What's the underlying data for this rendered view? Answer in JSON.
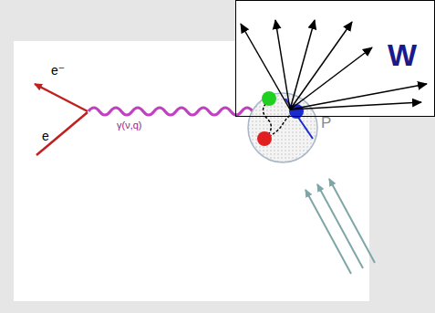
{
  "diagram": {
    "nodes": [
      {
        "text": [
          "W"
        ]
      }
    ],
    "labels": [
      "e⁻",
      "e",
      "γ(ν,q)",
      "P"
    ]
  }
}
